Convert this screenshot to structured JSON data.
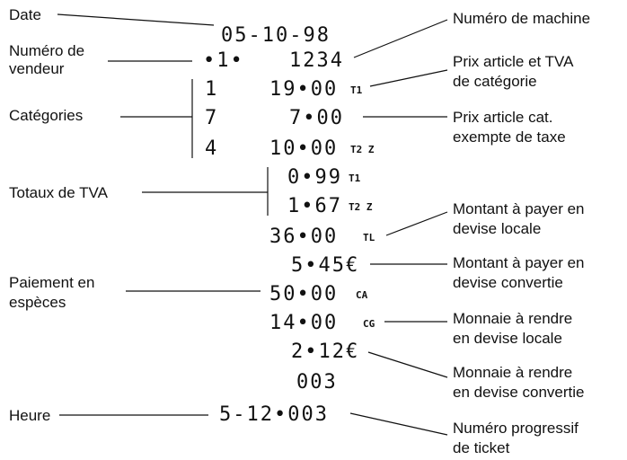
{
  "labels_left": {
    "date": "Date",
    "vendeur_1": "Numéro de",
    "vendeur_2": "vendeur",
    "categories": "Catégories",
    "totaux_tva": "Totaux de TVA",
    "paiement_1": "Paiement en",
    "paiement_2": "espèces",
    "heure": "Heure"
  },
  "labels_right": {
    "machine": "Numéro de machine",
    "prix_tva_1": "Prix article et TVA",
    "prix_tva_2": "de catégorie",
    "exempte_1": "Prix article cat.",
    "exempte_2": "exempte de taxe",
    "montant_local_1": "Montant à payer en",
    "montant_local_2": "devise locale",
    "montant_conv_1": "Montant à payer en",
    "montant_conv_2": "devise convertie",
    "monnaie_local_1": "Monnaie à rendre",
    "monnaie_local_2": "en devise locale",
    "monnaie_conv_1": "Monnaie à rendre",
    "monnaie_conv_2": "en devise convertie",
    "progressif_1": "Numéro progressif",
    "progressif_2": "de ticket"
  },
  "receipt": {
    "date": "05-10-98",
    "vendeur": "•1•",
    "machine": "1234",
    "cat_1": "1",
    "price_1": "19•00",
    "mark_1": "T1",
    "cat_2": "7",
    "price_2": "7•00",
    "cat_3": "4",
    "price_3": "10•00",
    "mark_3": "T2 Z",
    "tva_1": "0•99",
    "tva_mark_1": "T1",
    "tva_2": "1•67",
    "tva_mark_2": "T2 Z",
    "total_local": "36•00",
    "total_local_mark": "TL",
    "total_conv": "5•45€",
    "cash": "50•00",
    "cash_mark": "CA",
    "change_local": "14•00",
    "change_local_mark": "CG",
    "change_conv": "2•12€",
    "machine_code": "003",
    "time_ticket": "5-12•003"
  }
}
